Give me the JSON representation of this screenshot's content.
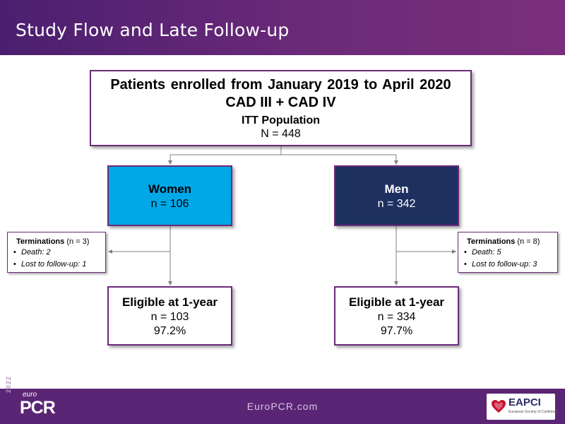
{
  "header": {
    "title": "Study Flow and Late Follow-up"
  },
  "enrolled": {
    "line1": "Patients enrolled from January 2019 to April 2020",
    "line2": "CAD III + CAD IV",
    "line3": "ITT Population",
    "line4": "N = 448"
  },
  "women": {
    "title": "Women",
    "n": "n = 106",
    "termination_title": "Terminations",
    "termination_count": "(n = 3)",
    "terminations": [
      "Death: 2",
      "Lost to follow-up: 1"
    ],
    "eligible_title": "Eligible at 1-year",
    "eligible_n": "n = 103",
    "eligible_pct": "97.2%"
  },
  "men": {
    "title": "Men",
    "n": "n = 342",
    "termination_title": "Terminations",
    "termination_count": "(n = 8)",
    "terminations": [
      "Death: 5",
      "Lost to follow-up: 3"
    ],
    "eligible_title": "Eligible at 1-year",
    "eligible_n": "n = 334",
    "eligible_pct": "97.7%"
  },
  "footer": {
    "year": "2022",
    "brand_prefix": "euro",
    "brand": "PCR",
    "url": "EuroPCR.com",
    "logo_text": "EAPCI",
    "logo_subtext": "European Society of Cardiology"
  },
  "colors": {
    "header_purple": "#5a2575",
    "women_blue": "#00a8e8",
    "men_navy": "#1e3060",
    "box_border": "#6b2a78",
    "connector_gray": "#808080"
  }
}
